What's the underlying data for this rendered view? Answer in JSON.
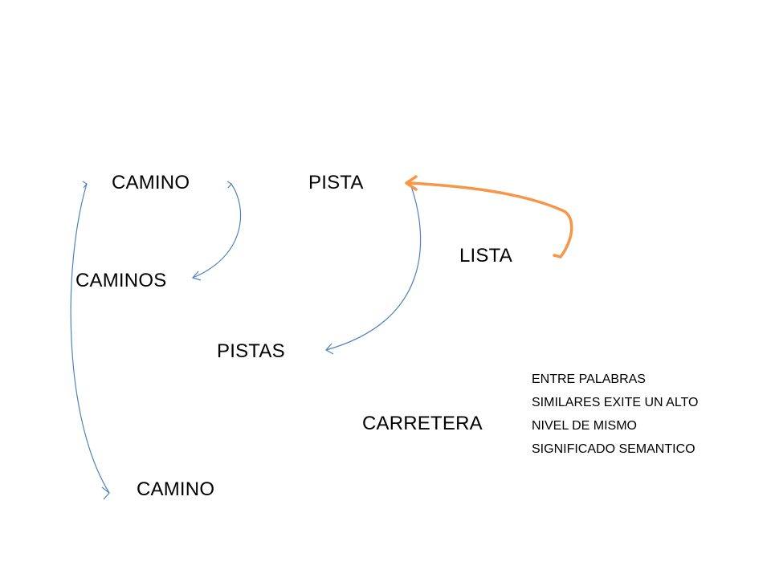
{
  "words": {
    "camino_top": "CAMINO",
    "pista": "PISTA",
    "lista": "LISTA",
    "caminos": "CAMINOS",
    "pistas": "PISTAS",
    "carretera": "CARRETERA",
    "camino_bottom": "CAMINO"
  },
  "note": {
    "lines": [
      "ENTRE PALABRAS",
      "SIMILARES EXITE UN ALTO",
      "NIVEL DE MISMO",
      "SIGNIFICADO SEMANTICO"
    ]
  },
  "colors": {
    "text": "#000000",
    "blue_arrow": "#4f81bd",
    "orange_arrow": "#f79646"
  }
}
